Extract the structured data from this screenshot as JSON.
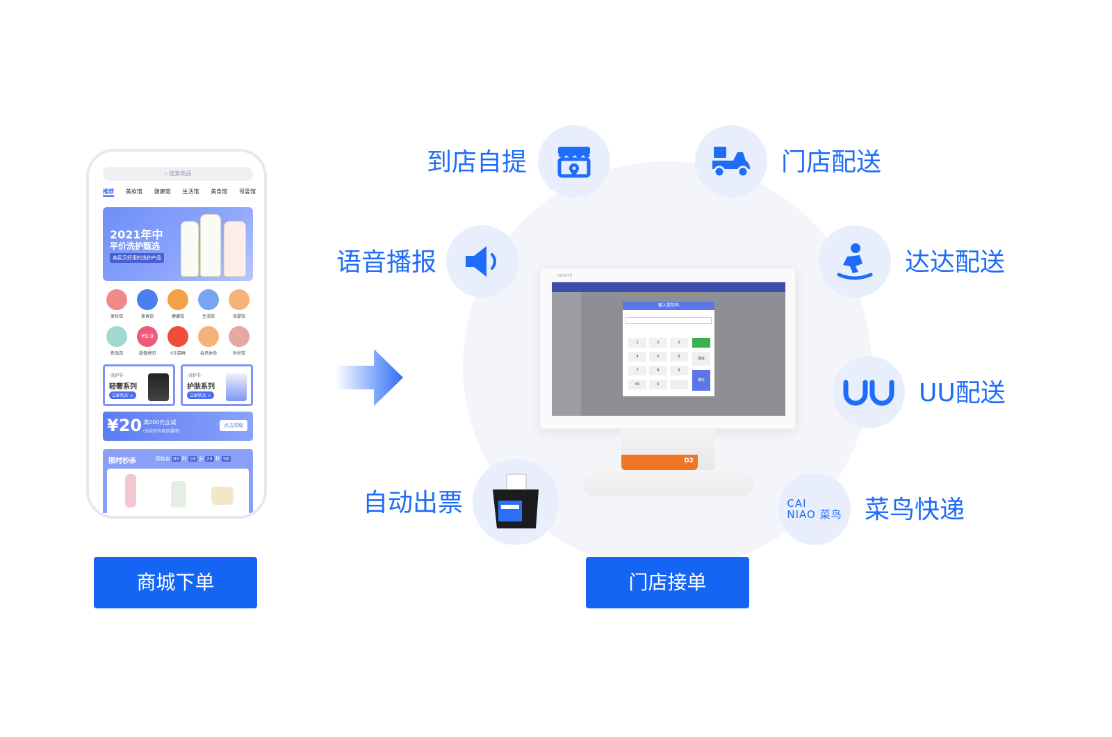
{
  "phone": {
    "search_placeholder": "搜索商品",
    "tabs": [
      "推荐",
      "美妆馆",
      "健康馆",
      "生活馆",
      "美食馆",
      "母婴馆"
    ],
    "banner": {
      "year": "2021年中",
      "title": "平价洗护甄选",
      "subtitle": "亲民又好用的洗护产品"
    },
    "categories": [
      {
        "label": "美妆馆",
        "color": "#f08a8a"
      },
      {
        "label": "美食馆",
        "color": "#4b7ef0"
      },
      {
        "label": "健康馆",
        "color": "#f5a146"
      },
      {
        "label": "生活馆",
        "color": "#7aa3f2"
      },
      {
        "label": "母婴馆",
        "color": "#f7b27a"
      },
      {
        "label": "新品馆",
        "color": "#9fd9d0"
      },
      {
        "label": "超值拼团",
        "color": "#f05a7a",
        "badge": "¥9.9"
      },
      {
        "label": "0元尝鲜",
        "color": "#f04d3c"
      },
      {
        "label": "会员体验",
        "color": "#f7b27a"
      },
      {
        "label": "时尚馆",
        "color": "#e4a9a0"
      }
    ],
    "promos": [
      {
        "tag": "-洗护节-",
        "title": "轻奢系列",
        "button": "立即购买 >"
      },
      {
        "tag": "-洗护节-",
        "title": "护肤系列",
        "button": "立即购买 >"
      }
    ],
    "coupon": {
      "amount": "¥20",
      "title": "满200元立减",
      "note": "(全店所有商品通用)",
      "button": "点击领取"
    },
    "flash_sale": {
      "title": "限时秒杀",
      "label": "距结束",
      "h": "00",
      "h_unit": "时",
      "m": "03",
      "m_unit": "分",
      "s1": "23",
      "s_unit": "秒",
      "s2": "56"
    }
  },
  "features": {
    "pickup": "到店自提",
    "store_delivery": "门店配送",
    "voice": "语音播报",
    "dada": "达达配送",
    "uu": "UU配送",
    "ticket": "自动出票",
    "cainiao": "菜鸟快递",
    "cainiao_logo_line1": "CAI",
    "cainiao_logo_line2": "NIAO 菜鸟"
  },
  "pos": {
    "brand": "sunmi",
    "dialog_title": "输入提货码",
    "keys": [
      "1",
      "2",
      "3",
      "4",
      "5",
      "6",
      "7",
      "8",
      "9",
      "00",
      "0",
      "."
    ],
    "clear": "清空",
    "confirm": "确定",
    "model": "D2"
  },
  "buttons": {
    "mall_order": "商城下单",
    "store_accept": "门店接单"
  },
  "colors": {
    "primary": "#1565f5",
    "feature_text": "#1e6cf8",
    "circle_bg": "#e8eefc"
  }
}
